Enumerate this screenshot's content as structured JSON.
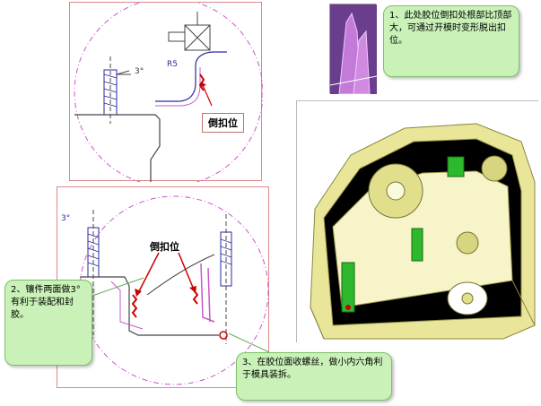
{
  "notes": {
    "note1": "1、此处胶位倒扣处根部比顶部大，可通过开模时变形脱出扣位。",
    "note2": "2、镶件两面做3°有利于装配和封胶。",
    "note3": "3、在胶位面收螺丝，做小内六角利于模具装拆。"
  },
  "labels": {
    "undercut_top": "倒扣位",
    "undercut_bottom": "倒扣位",
    "angle_top": "3°",
    "angle_bottom": "3°",
    "radius": "R5"
  },
  "colors": {
    "panel_border": "#d98a8a",
    "note_fill": "#c9f1b8",
    "mold_yellow": "#e9e69a",
    "insert_green": "#2db82d",
    "undercut_red": "#cc0000",
    "dashed_circle": "#cc55cc"
  }
}
